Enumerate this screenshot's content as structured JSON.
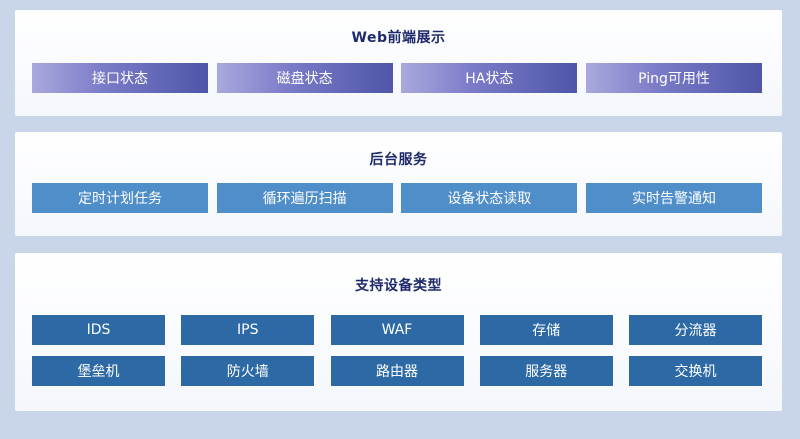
{
  "web": {
    "title": "Web前端展示",
    "items": [
      "接口状态",
      "磁盘状态",
      "HA状态",
      "Ping可用性"
    ]
  },
  "backend": {
    "title": "后台服务",
    "items": [
      "定时计划任务",
      "循环遍历扫描",
      "设备状态读取",
      "实时告警通知"
    ]
  },
  "devices": {
    "title": "支持设备类型",
    "row1": [
      "IDS",
      "IPS",
      "WAF",
      "存储",
      "分流器"
    ],
    "row2": [
      "堡垒机",
      "防火墙",
      "路由器",
      "服务器",
      "交换机"
    ]
  },
  "colors": {
    "page_bg": "#c9d6ea",
    "title_text": "#1f2a6b",
    "web_gradient_start": "#a9a9dd",
    "web_gradient_end": "#4f55a8",
    "backend_box": "#4f8ec9",
    "device_box": "#2d6aa5"
  }
}
